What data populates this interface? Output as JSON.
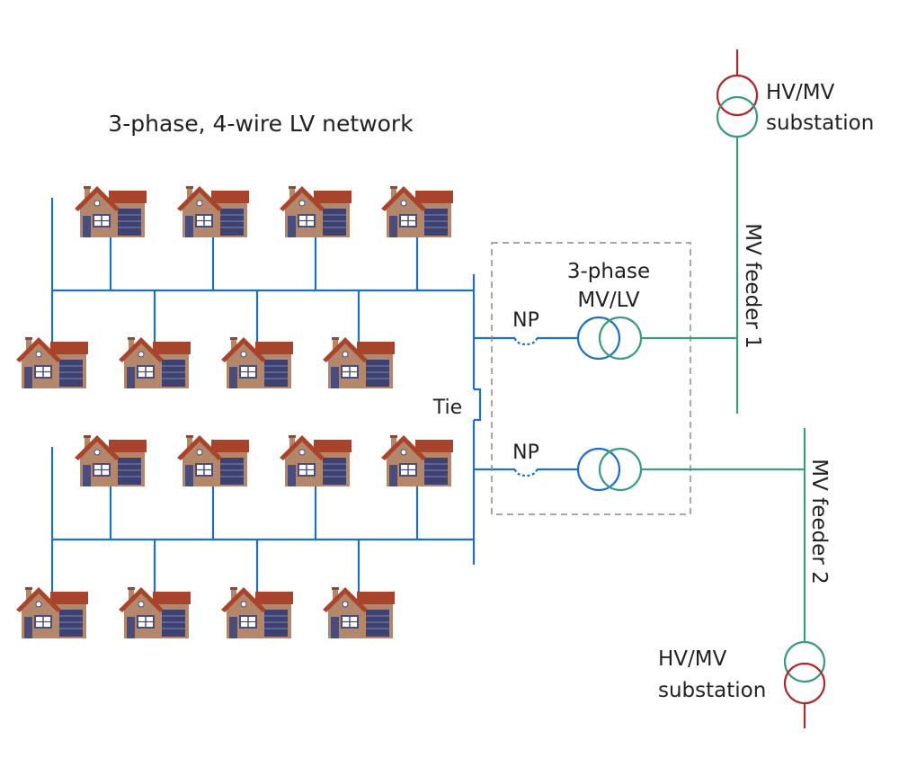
{
  "title": "3-phase, 4-wire LV network",
  "labels": {
    "hvmv_top_line1": "HV/MV",
    "hvmv_top_line2": "substation",
    "hvmv_bottom_line1": "HV/MV",
    "hvmv_bottom_line2": "substation",
    "mv_feeder_1": "MV feeder 1",
    "mv_feeder_2": "MV feeder 2",
    "transformer_line1": "3-phase",
    "transformer_line2": "MV/LV",
    "np_upper": "NP",
    "np_lower": "NP",
    "tie": "Tie"
  },
  "colors": {
    "lv": "#1e6fc8",
    "mv": "#3a9b7f",
    "hv": "#b0282a",
    "enclosure": "#8a8a8a",
    "text": "#222222",
    "house_wall": "#b5876a",
    "house_roof": "#a8432c",
    "house_door": "#4a4c7a",
    "house_garage": "#3e4270"
  },
  "icons": [
    "house-icon",
    "transformer-icon",
    "normally-open-point-icon"
  ]
}
